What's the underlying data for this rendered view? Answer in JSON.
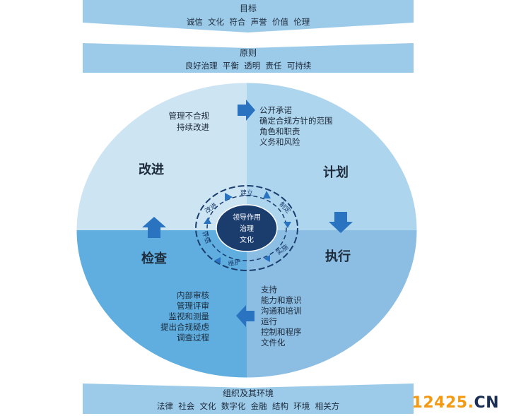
{
  "goals": {
    "title": "目标",
    "items": "诚信  文化  符合  声誉  价值  伦理"
  },
  "principles": {
    "title": "原则",
    "items": "良好治理  平衡  透明  责任  可持续"
  },
  "context": {
    "title": "组织及其环境",
    "items": "法律  社会  文化  数字化  金融  结构  环境  相关方"
  },
  "quadrants": {
    "improve": {
      "label": "改进",
      "notes": [
        "管理不合规",
        "持续改进"
      ]
    },
    "plan": {
      "label": "计划",
      "notes": [
        "公开承诺",
        "确定合规方针的范围",
        "角色和职责",
        "义务和风险"
      ]
    },
    "do": {
      "label": "执行",
      "notes": [
        "支持",
        "能力和意识",
        "沟通和培训",
        "运行",
        "控制和程序",
        "文件化"
      ]
    },
    "check": {
      "label": "检查",
      "notes": [
        "内部审核",
        "管理评审",
        "监视和测量",
        "提出合规疑虑",
        "调查过程"
      ]
    }
  },
  "center": {
    "lines": [
      "领导作用",
      "治理",
      "文化"
    ]
  },
  "ring": {
    "establish": "建立",
    "develop": "制定",
    "implement": "实施",
    "maintain": "维护",
    "evaluate": "评估",
    "improve": "改进"
  },
  "watermark": {
    "number": "12425",
    "dot": ".",
    "tld": "CN"
  },
  "colors": {
    "improve_fill": "#cde4f3",
    "plan_fill": "#aed5ee",
    "do_fill": "#8cbde3",
    "check_fill": "#5faedf",
    "banner_fill": "#9ccbea",
    "center_fill": "#1b3d6e",
    "arrow_fill": "#2a73c0"
  }
}
